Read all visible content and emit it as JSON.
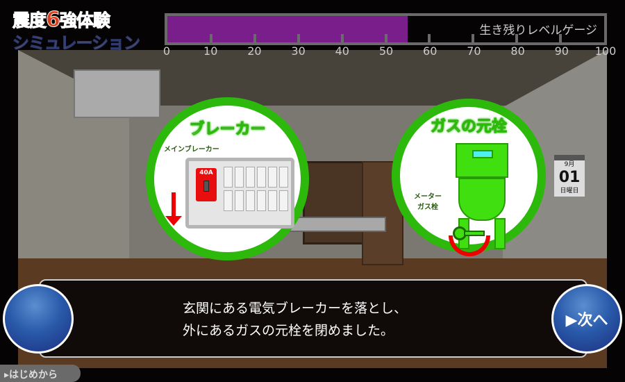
{
  "logo": {
    "line1_a": "震度",
    "line1_num": "6",
    "line1_b": "強体験",
    "line2": "シミュレーション"
  },
  "gauge": {
    "label": "生き残りレベルゲージ",
    "value_percent": 55,
    "ticks": [
      "0",
      "10",
      "20",
      "30",
      "40",
      "50",
      "60",
      "70",
      "80",
      "90",
      "100"
    ],
    "fill_color": "#791e8a"
  },
  "breaker": {
    "title": "ブレーカー",
    "main_label": "メインブレーカー",
    "amp": "40A"
  },
  "gas": {
    "title": "ガスの元栓",
    "meter_label_1": "メーター",
    "meter_label_2": "ガス栓"
  },
  "calendar": {
    "month": "9月",
    "day": "01",
    "weekday": "日曜日"
  },
  "dialog": {
    "line1": "玄関にある電気ブレーカーを落とし、",
    "line2": "外にあるガスの元栓を閉めました。"
  },
  "buttons": {
    "next": "▶次へ",
    "restart": "▸はじめから"
  }
}
